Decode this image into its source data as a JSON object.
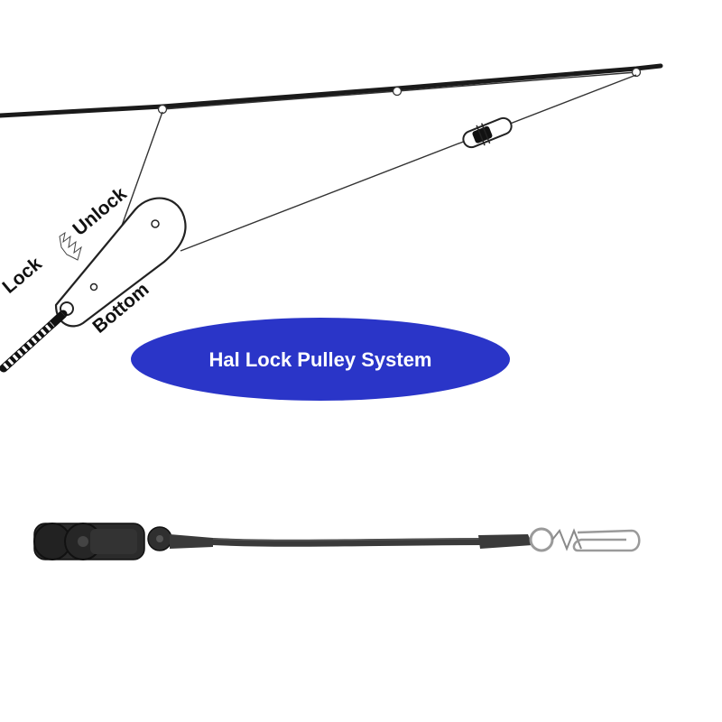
{
  "diagram": {
    "labels": {
      "lock": "Lock",
      "unlock": "Unlock",
      "bottom": "Bottom"
    },
    "banner": {
      "text": "Hal Lock Pulley System",
      "fill_color": "#2a35c8",
      "text_color": "#ffffff"
    },
    "colors": {
      "pole": "#1a1a1a",
      "line": "#333333",
      "cord": "#3a3a3a",
      "pulley_body": "#2b2b2b",
      "snap": "#9a9a9a"
    }
  }
}
